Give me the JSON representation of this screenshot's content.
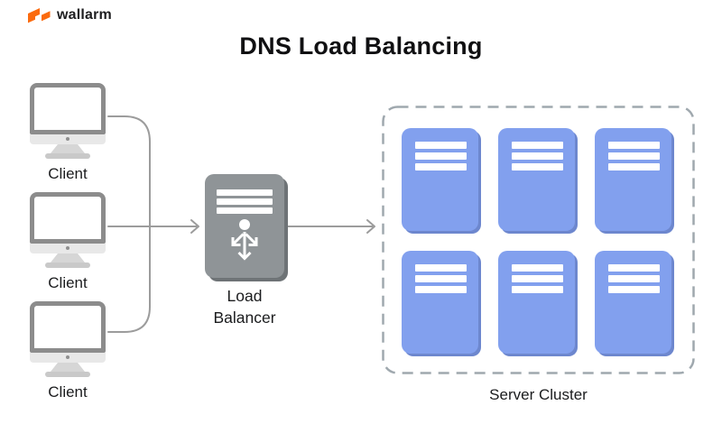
{
  "brand": {
    "name": "wallarm"
  },
  "title": "DNS Load Balancing",
  "diagram": {
    "clients": [
      {
        "label": "Client"
      },
      {
        "label": "Client"
      },
      {
        "label": "Client"
      }
    ],
    "load_balancer": {
      "label": "Load Balancer"
    },
    "server_cluster": {
      "label": "Server Cluster",
      "rows": 2,
      "columns": 3,
      "server_count": 6
    }
  },
  "icons": {
    "logo": "wallarm-flash-icon",
    "client": "desktop-monitor-icon",
    "load_balancer": "distribute-arrows-icon",
    "server": "server-box-icon"
  },
  "colors": {
    "brand_orange": "#fb6b0f",
    "server_blue": "#82a0ee",
    "server_blue_shadow": "#6d87ce",
    "balancer_gray": "#8f9497",
    "balancer_gray_shadow": "#6e7376",
    "monitor_gray": "#8c8c8c",
    "connector_gray": "#9c9c9c",
    "dashed_border_gray": "#9fa8ae",
    "text": "#1b1c1e"
  }
}
